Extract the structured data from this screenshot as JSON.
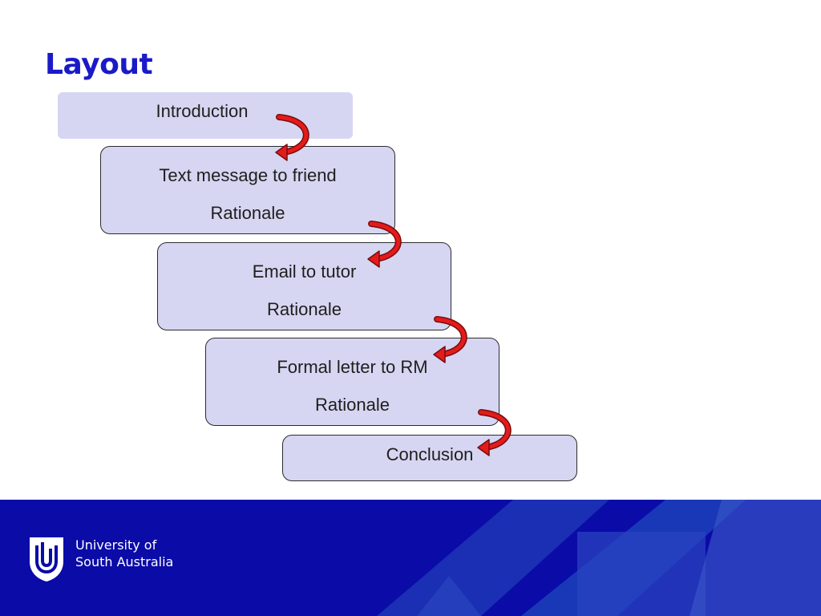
{
  "slide": {
    "title": "Layout"
  },
  "diagram": {
    "steps": [
      {
        "line1": "Introduction"
      },
      {
        "line1": "Text message to friend",
        "line2": "Rationale"
      },
      {
        "line1": "Email to tutor",
        "line2": "Rationale"
      },
      {
        "line1": "Formal letter to RM",
        "line2": "Rationale"
      },
      {
        "line1": "Conclusion"
      }
    ],
    "box_fill": "#d6d6f2",
    "arrow_color": "#e31b1b"
  },
  "footer": {
    "background": "#0b0ba8",
    "logo_line1": "University of",
    "logo_line2": "South Australia"
  }
}
